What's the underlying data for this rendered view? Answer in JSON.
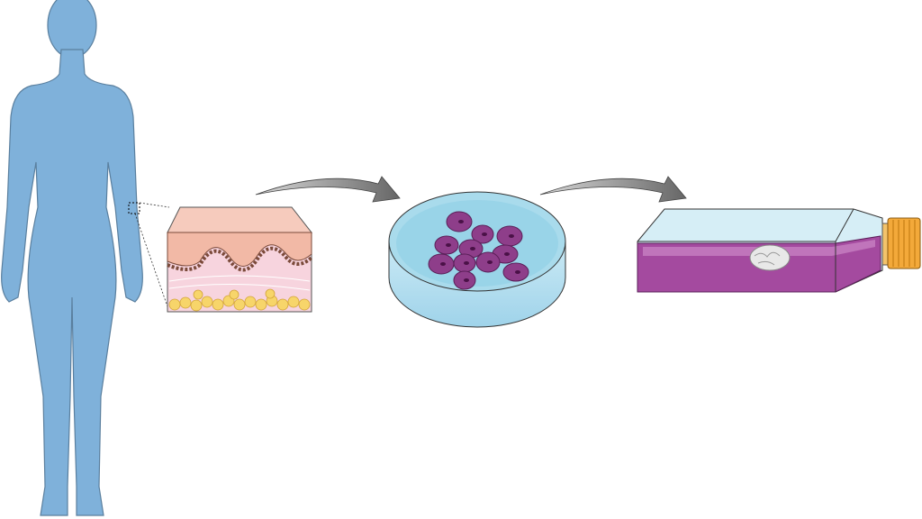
{
  "diagram": {
    "stages": [
      {
        "id": "human-body",
        "icon": "human-silhouette-icon"
      },
      {
        "id": "skin-biopsy",
        "icon": "skin-cross-section-icon"
      },
      {
        "id": "cell-culture-dish",
        "icon": "petri-dish-icon"
      },
      {
        "id": "culture-flask",
        "icon": "culture-flask-brain-icon"
      }
    ],
    "connectors": [
      "arrow-icon",
      "arrow-icon"
    ]
  },
  "colors": {
    "body": "#7fb1da",
    "body_outline": "#5a7f9e",
    "skin_epidermis": "#f4c6b6",
    "skin_dermis": "#f7d4de",
    "fat": "#f7d56a",
    "dish": "#a9dbec",
    "cells": "#8e3e8a",
    "medium": "#a44a9f",
    "cap": "#f3a93a",
    "arrow": "#7a7a7a"
  }
}
